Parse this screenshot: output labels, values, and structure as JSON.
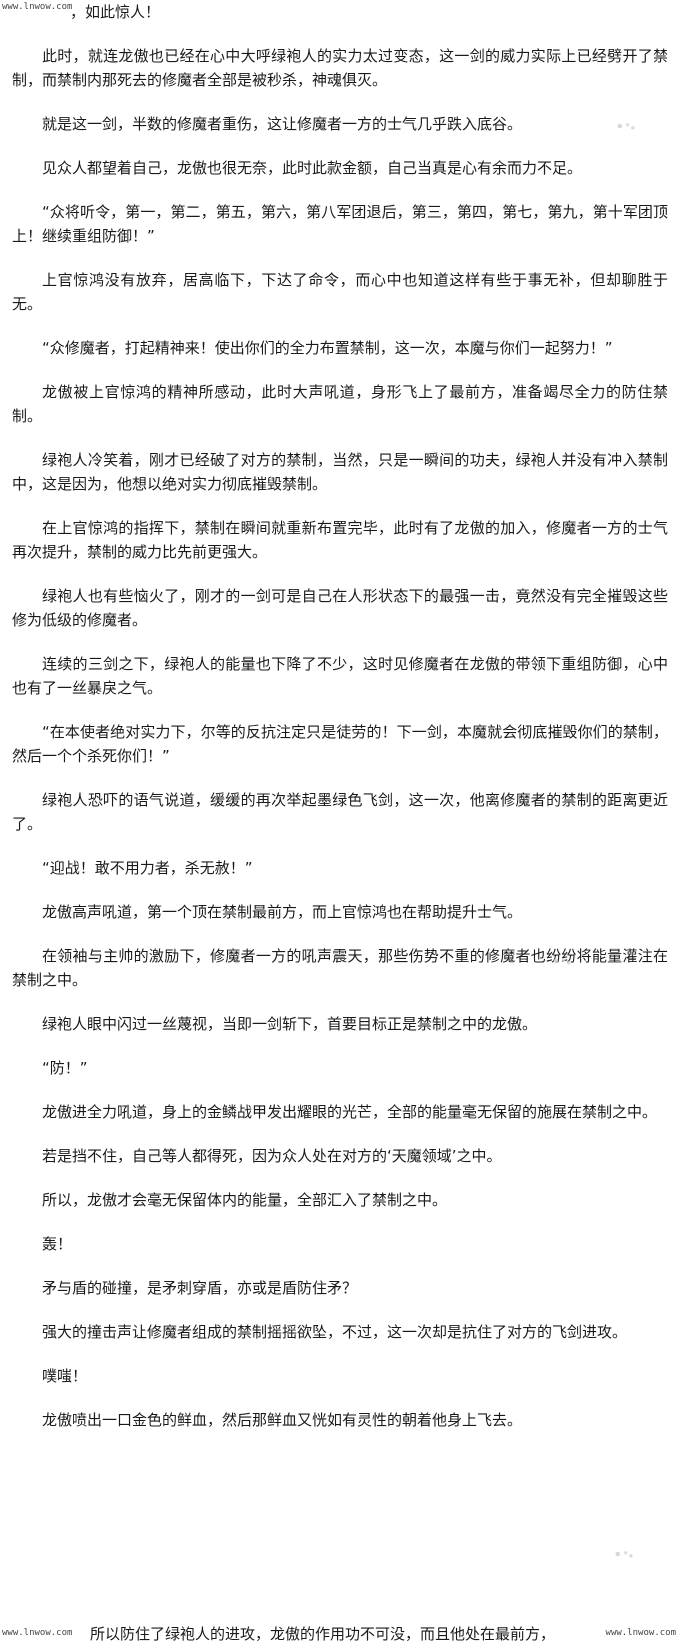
{
  "watermarks": {
    "top": "www.lnwow.com",
    "bottom_left": "www.lnwow.com",
    "bottom_right": "www.lnwow.com"
  },
  "paragraphs": [
    "，如此惊人！",
    "此时，就连龙傲也已经在心中大呼绿袍人的实力太过变态，这一剑的威力实际上已经劈开了禁制，而禁制内那死去的修魔者全部是被秒杀，神魂俱灭。",
    "就是这一剑，半数的修魔者重伤，这让修魔者一方的士气几乎跌入底谷。",
    "见众人都望着自己，龙傲也很无奈，此时此款金额，自己当真是心有余而力不足。",
    "“众将听令，第一，第二，第五，第六，第八军团退后，第三，第四，第七，第九，第十军团顶上！继续重组防御！”",
    "上官惊鸿没有放弃，居高临下，下达了命令，而心中也知道这样有些于事无补，但却聊胜于无。",
    "“众修魔者，打起精神来！使出你们的全力布置禁制，这一次，本魔与你们一起努力！”",
    "龙傲被上官惊鸿的精神所感动，此时大声吼道，身形飞上了最前方，准备竭尽全力的防住禁制。",
    "绿袍人冷笑着，刚才已经破了对方的禁制，当然，只是一瞬间的功夫，绿袍人并没有冲入禁制中，这是因为，他想以绝对实力彻底摧毁禁制。",
    "在上官惊鸿的指挥下，禁制在瞬间就重新布置完毕，此时有了龙傲的加入，修魔者一方的士气再次提升，禁制的威力比先前更强大。",
    "绿袍人也有些恼火了，刚才的一剑可是自己在人形状态下的最强一击，竟然没有完全摧毁这些修为低级的修魔者。",
    "连续的三剑之下，绿袍人的能量也下降了不少，这时见修魔者在龙傲的带领下重组防御，心中也有了一丝暴戾之气。",
    "“在本使者绝对实力下，尔等的反抗注定只是徒劳的！下一剑，本魔就会彻底摧毁你们的禁制，然后一个个杀死你们！”",
    "绿袍人恐吓的语气说道，缓缓的再次举起墨绿色飞剑，这一次，他离修魔者的禁制的距离更近了。",
    "“迎战！敢不用力者，杀无赦！”",
    "龙傲高声吼道，第一个顶在禁制最前方，而上官惊鸿也在帮助提升士气。",
    "在领袖与主帅的激励下，修魔者一方的吼声震天，那些伤势不重的修魔者也纷纷将能量灌注在禁制之中。",
    "绿袍人眼中闪过一丝蔑视，当即一剑斩下，首要目标正是禁制之中的龙傲。",
    "“防！”",
    "龙傲进全力吼道，身上的金鳞战甲发出耀眼的光芒，全部的能量毫无保留的施展在禁制之中。",
    "若是挡不住，自己等人都得死，因为众人处在对方的‘天魔领域’之中。",
    "所以，龙傲才会毫无保留体内的能量，全部汇入了禁制之中。",
    "轰！",
    "矛与盾的碰撞，是矛刺穿盾，亦或是盾防住矛？",
    "强大的撞击声让修魔者组成的禁制摇摇欲坠，不过，这一次却是抗住了对方的飞剑进攻。",
    "噗嗤！",
    "龙傲喷出一口金色的鲜血，然后那鲜血又恍如有灵性的朝着他身上飞去。"
  ],
  "bottom_cut_line": "所以防住了绿袍人的进攻，龙傲的作用功不可没，而且他处在最前方，"
}
